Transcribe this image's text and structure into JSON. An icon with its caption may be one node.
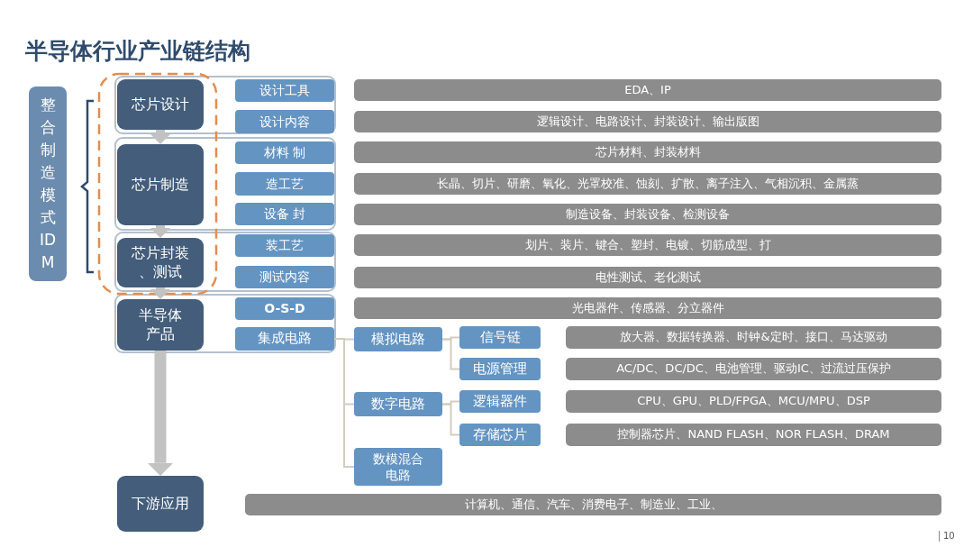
{
  "diagram": {
    "title": "半导体行业产业链结构",
    "nodes": [
      {
        "text": [
          "整合制造模式IDM"
        ]
      },
      {
        "text": [
          "芯片设计"
        ]
      },
      {
        "text": [
          "设计工具"
        ]
      },
      {
        "text": [
          "EDA、IP"
        ]
      },
      {
        "text": [
          "设计内容"
        ]
      },
      {
        "text": [
          "逻辑设计、电路设计、封装设计、输出版图"
        ]
      },
      {
        "text": [
          "芯片制造"
        ]
      },
      {
        "text": [
          "材料 制"
        ]
      },
      {
        "text": [
          "芯片材料、封装材料"
        ]
      },
      {
        "text": [
          "造工艺"
        ]
      },
      {
        "text": [
          "长晶、切片、研磨、氧化、光罩校准、蚀刻、扩散、离子注入、气相沉积、金属蒸"
        ]
      },
      {
        "text": [
          "设备 封"
        ]
      },
      {
        "text": [
          "制造设备、封装设备、检测设备"
        ]
      },
      {
        "text": [
          "芯片封装、测试"
        ]
      },
      {
        "text": [
          "装工艺"
        ]
      },
      {
        "text": [
          "划片、装片、键合、塑封、电镀、切筋成型、打"
        ]
      },
      {
        "text": [
          "测试内容"
        ]
      },
      {
        "text": [
          "电性测试、老化测试"
        ]
      },
      {
        "text": [
          "半导体产品"
        ]
      },
      {
        "text": [
          "O-S-D"
        ]
      },
      {
        "text": [
          "光电器件、传感器、分立器件"
        ]
      },
      {
        "text": [
          "集成电路"
        ]
      },
      {
        "text": [
          "模拟电路"
        ]
      },
      {
        "text": [
          "信号链"
        ]
      },
      {
        "text": [
          "放大器、数据转换器、时钟&定时、接口、马达驱动"
        ]
      },
      {
        "text": [
          "电源管理"
        ]
      },
      {
        "text": [
          "AC/DC、DC/DC、电池管理、驱动IC、过流过压保护"
        ]
      },
      {
        "text": [
          "数字电路"
        ]
      },
      {
        "text": [
          "逻辑器件"
        ]
      },
      {
        "text": [
          "CPU、GPU、PLD/FPGA、MCU/MPU、DSP"
        ]
      },
      {
        "text": [
          "存储芯片"
        ]
      },
      {
        "text": [
          "控制器芯片、NAND FLASH、NOR FLASH、DRAM"
        ]
      },
      {
        "text": [
          "数模混合电路"
        ]
      },
      {
        "text": [
          "下游应用"
        ]
      },
      {
        "text": [
          "计算机、通信、汽车、消费电子、制造业、工业、"
        ]
      }
    ],
    "edges": [
      {
        "from": 1,
        "to": 6,
        "arrow": "to",
        "style": "thick",
        "color": "#c2c2c2"
      },
      {
        "from": 6,
        "to": 13,
        "arrow": "to",
        "style": "thick",
        "color": "#c2c2c2"
      },
      {
        "from": 13,
        "to": 18,
        "arrow": "to",
        "style": "thick",
        "color": "#c2c2c2"
      },
      {
        "from": 18,
        "to": 33,
        "arrow": "to",
        "style": "thick",
        "color": "#c2c2c2"
      },
      {
        "from": 21,
        "to": 22,
        "arrow": "none"
      },
      {
        "from": 21,
        "to": 27,
        "arrow": "none"
      },
      {
        "from": 21,
        "to": 32,
        "arrow": "none"
      },
      {
        "from": 22,
        "to": 23,
        "arrow": "none"
      },
      {
        "from": 22,
        "to": 25,
        "arrow": "none"
      },
      {
        "from": 27,
        "to": 28,
        "arrow": "none"
      },
      {
        "from": 27,
        "to": 30,
        "arrow": "none"
      }
    ],
    "labels": [
      "10"
    ]
  }
}
